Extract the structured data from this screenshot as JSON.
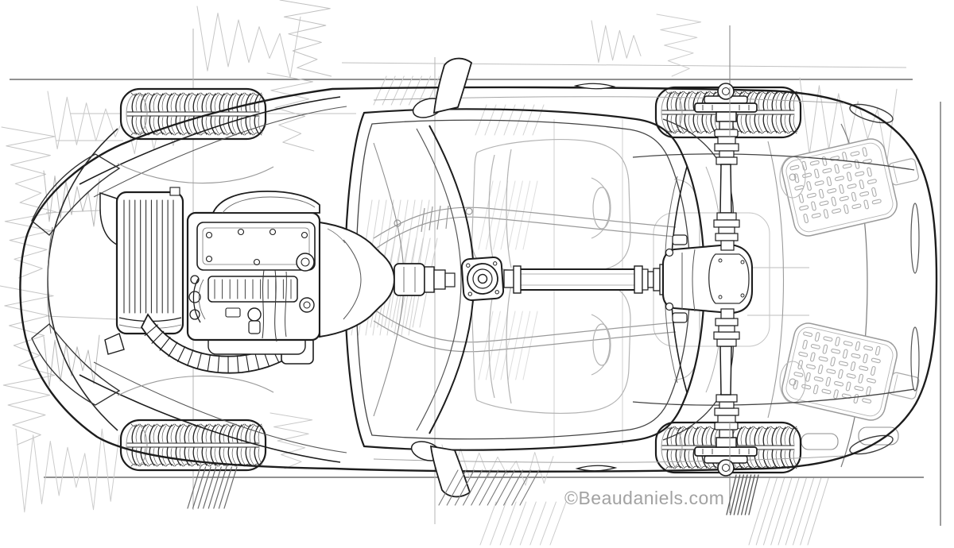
{
  "artwork": {
    "watermark": "©Beaudaniels.com",
    "view": "top-down cutaway technical sketch of a mid-engine sports car drivetrain",
    "palette": {
      "background": "#ffffff",
      "ink": "#1d1d1d",
      "mid_line": "#555555",
      "construction": "#9b9b9b",
      "pencil_shading": "#c7c7c7",
      "watermark": "#a2a2a2"
    },
    "parts": [
      {
        "id": "front-right-tire",
        "label": "Front tire (upper)"
      },
      {
        "id": "front-left-tire",
        "label": "Front tire (lower)"
      },
      {
        "id": "rear-right-tire",
        "label": "Rear tire (upper)"
      },
      {
        "id": "rear-left-tire",
        "label": "Rear tire (lower)"
      },
      {
        "id": "air-intake-box",
        "label": "Air intake box / radiator"
      },
      {
        "id": "intake-duct",
        "label": "Corrugated intake duct"
      },
      {
        "id": "engine-block",
        "label": "Engine with valve cover and manifold"
      },
      {
        "id": "transmission",
        "label": "Transmission / bellhousing"
      },
      {
        "id": "driveshaft",
        "label": "Driveshaft with center flange"
      },
      {
        "id": "rear-differential",
        "label": "Rear differential"
      },
      {
        "id": "half-shafts",
        "label": "Rear half shafts with CV boots"
      },
      {
        "id": "rear-hubs",
        "label": "Rear wheel hubs"
      },
      {
        "id": "exhaust-mufflers",
        "label": "Exhaust mufflers and tips"
      },
      {
        "id": "taillights",
        "label": "Taillights"
      },
      {
        "id": "side-mirrors",
        "label": "Side mirrors"
      },
      {
        "id": "seats",
        "label": "Seats"
      },
      {
        "id": "greenhouse",
        "label": "Windshield, roof and rear window"
      },
      {
        "id": "door-handles",
        "label": "Door handles"
      },
      {
        "id": "headlights",
        "label": "Headlights"
      }
    ]
  }
}
